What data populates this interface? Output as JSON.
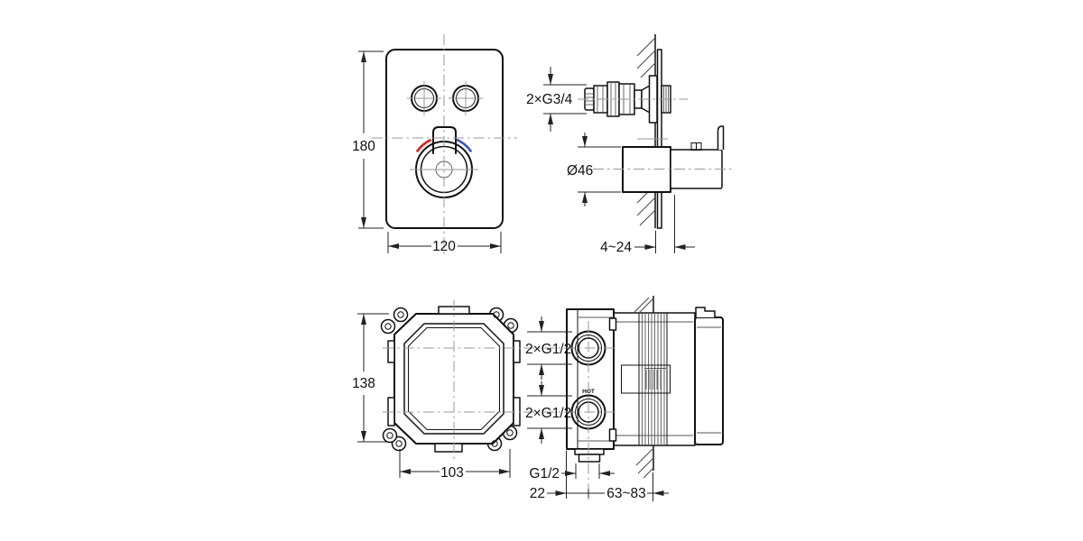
{
  "meta": {
    "type": "technical-installation-drawing",
    "subject": "concealed thermostatic shower mixer: trim plate and rough-in box, front and side views",
    "background": "#ffffff",
    "line_color": "#111111",
    "centerline_color": "#9a9a9a",
    "hot_color": "#e01b1b",
    "cold_color": "#2a52cc"
  },
  "views": {
    "trim_front": {
      "dims": {
        "height": "180",
        "width": "120"
      }
    },
    "trim_side": {
      "dims": {
        "thread": "2×G3/4",
        "handle_diameter": "Ø46",
        "wall_depth_range": "4~24"
      }
    },
    "box_front": {
      "dims": {
        "height": "138",
        "width": "103"
      }
    },
    "box_side": {
      "labels": {
        "hot_port": "HOT"
      },
      "dims": {
        "top_inlets": "2×G1/2",
        "side_inlets": "2×G1/2",
        "bottom_outlet": "G1/2",
        "face_to_port": "22",
        "depth_range": "63~83"
      }
    }
  }
}
